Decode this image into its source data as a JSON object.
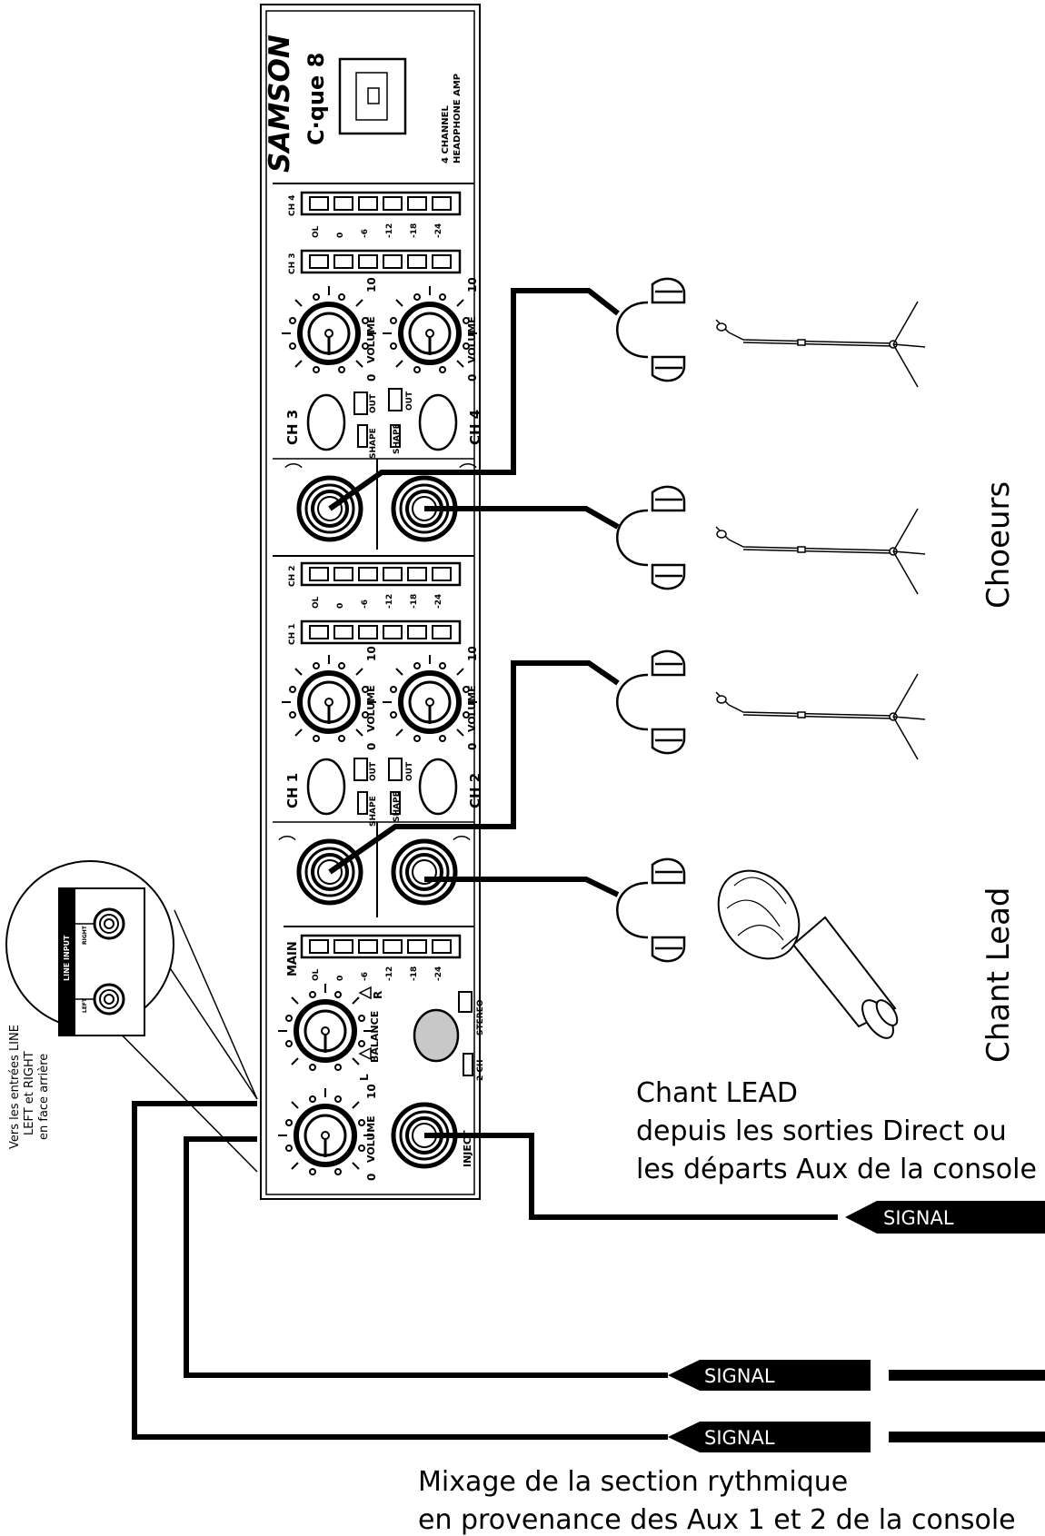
{
  "device": {
    "brand": "SAMSON",
    "model": "C·que 8",
    "subtitle_line1": "4 CHANNEL",
    "subtitle_line2": "HEADPHONE AMP",
    "meter_scale": [
      "OL",
      "0",
      "-6",
      "-12",
      "-18",
      "-24"
    ],
    "ch4_label": "CH 4",
    "ch3_label": "CH 3",
    "ch2_label": "CH 2",
    "ch1_label": "CH 1",
    "volume_label": "VOLUME",
    "volume_min": "0",
    "volume_max": "10",
    "shape_label": "SHAPE",
    "out_label": "OUT",
    "main_label": "MAIN",
    "balance_label": "BALANCE",
    "balance_left": "L",
    "balance_right": "R",
    "stereo_label": "STEREO",
    "two_ch_label": "2 CH",
    "inject_label": "INJECT"
  },
  "inset": {
    "title": "LINE INPUT",
    "right_label": "RIGHT",
    "left_label": "LEFT",
    "caption_line1": "Vers les entrées LINE",
    "caption_line2": "LEFT et RIGHT",
    "caption_line3": "en face arrière"
  },
  "groups": {
    "choeurs": "Choeurs",
    "chant_lead": "Chant Lead"
  },
  "signals": {
    "signal1": "SIGNAL",
    "signal2": "SIGNAL",
    "signal3": "SIGNAL"
  },
  "captions": {
    "lead_line1": "Chant LEAD",
    "lead_line2": "depuis les sorties Direct ou",
    "lead_line3": "les départs Aux de la console",
    "mix_line1": "Mixage de la section rythmique",
    "mix_line2": "en provenance des Aux 1 et 2 de la console"
  }
}
